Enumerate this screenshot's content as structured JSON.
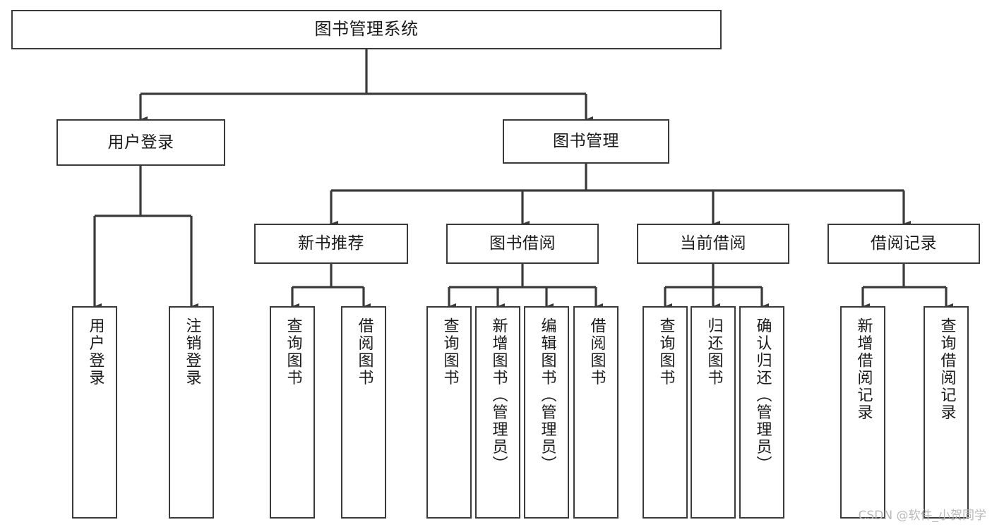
{
  "diagram": {
    "type": "tree-hierarchy-chart",
    "title": "图书管理系统",
    "watermark": "CSDN @软件_小贺同学",
    "style": {
      "background": "#ffffff",
      "node_fill": "#ffffff",
      "node_stroke": "#3a3a3a",
      "edge_color": "#3a3a3a",
      "text_color": "#1a1a1a",
      "watermark_color": "#b9b9b9"
    },
    "nodes": {
      "root": {
        "label": "图书管理系统",
        "orientation": "horizontal"
      },
      "level1": [
        {
          "id": "user-login",
          "label": "用户登录",
          "orientation": "horizontal"
        },
        {
          "id": "book-manage",
          "label": "图书管理",
          "orientation": "horizontal"
        }
      ],
      "level2": [
        {
          "id": "new-book-recommend",
          "label": "新书推荐",
          "orientation": "horizontal"
        },
        {
          "id": "book-borrow",
          "label": "图书借阅",
          "orientation": "horizontal"
        },
        {
          "id": "current-borrow",
          "label": "当前借阅",
          "orientation": "horizontal"
        },
        {
          "id": "borrow-record",
          "label": "借阅记录",
          "orientation": "horizontal"
        }
      ],
      "leaves": [
        {
          "id": "leaf-user-login",
          "label": "用户登录",
          "parent": "user-login",
          "orientation": "vertical"
        },
        {
          "id": "leaf-logout-login",
          "label": "注销登录",
          "parent": "user-login",
          "orientation": "vertical"
        },
        {
          "id": "leaf-query-book-1",
          "label": "查询图书",
          "parent": "new-book-recommend",
          "orientation": "vertical"
        },
        {
          "id": "leaf-borrow-book-1",
          "label": "借阅图书",
          "parent": "new-book-recommend",
          "orientation": "vertical"
        },
        {
          "id": "leaf-query-book-2",
          "label": "查询图书",
          "parent": "book-borrow",
          "orientation": "vertical"
        },
        {
          "id": "leaf-add-book-admin",
          "label": "新增图书（管理员）",
          "parent": "book-borrow",
          "orientation": "vertical"
        },
        {
          "id": "leaf-edit-book-admin",
          "label": "编辑图书（管理员）",
          "parent": "book-borrow",
          "orientation": "vertical"
        },
        {
          "id": "leaf-borrow-book-2",
          "label": "借阅图书",
          "parent": "book-borrow",
          "orientation": "vertical"
        },
        {
          "id": "leaf-query-book-3",
          "label": "查询图书",
          "parent": "current-borrow",
          "orientation": "vertical"
        },
        {
          "id": "leaf-return-book",
          "label": "归还图书",
          "parent": "current-borrow",
          "orientation": "vertical"
        },
        {
          "id": "leaf-confirm-return-admin",
          "label": "确认归还（管理员）",
          "parent": "current-borrow",
          "orientation": "vertical"
        },
        {
          "id": "leaf-add-record",
          "label": "新增借阅记录",
          "parent": "borrow-record",
          "orientation": "vertical"
        },
        {
          "id": "leaf-query-record",
          "label": "查询借阅记录",
          "parent": "borrow-record",
          "orientation": "vertical"
        }
      ]
    }
  }
}
